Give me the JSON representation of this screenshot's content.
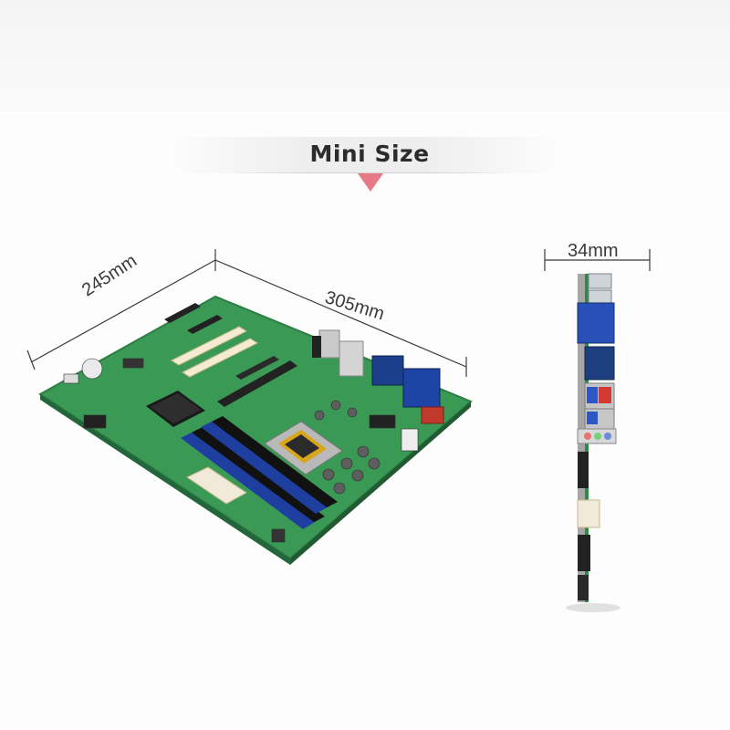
{
  "title": "Mini Size",
  "dimensions": {
    "width_label": "245mm",
    "length_label": "305mm",
    "height_label": "34mm"
  },
  "colors": {
    "accent_pointer": "#e57a86",
    "board_green": "#3a9a55",
    "dimm_blue": "#1f3fa0",
    "title_text": "#2c2c2c"
  }
}
